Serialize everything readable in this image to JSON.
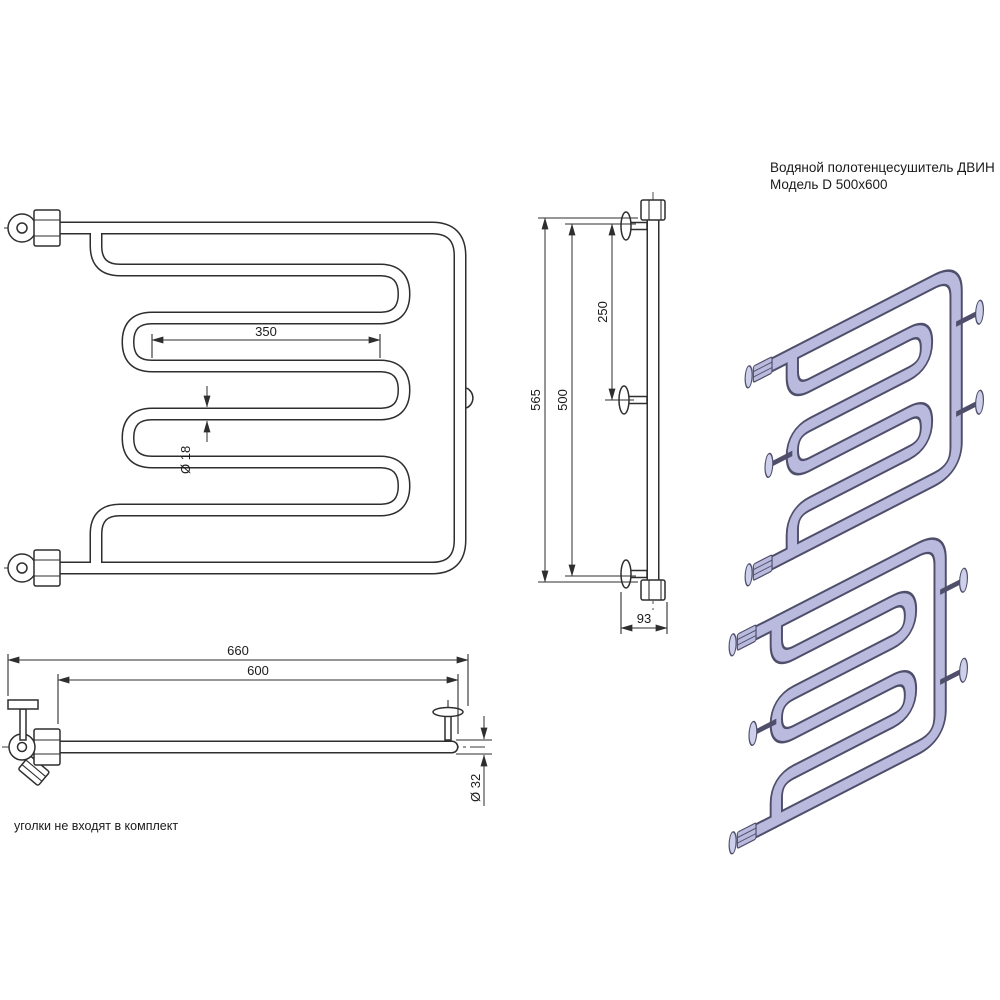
{
  "title": {
    "line1": "Водяной полотенцесушитель ДВИН",
    "line2": "Модель D 500x600"
  },
  "front_view": {
    "dim_inner_width": "350",
    "dim_pipe_diameter": "Ø 18"
  },
  "side_view": {
    "dim_overall_height": "565",
    "dim_mount_height": "500",
    "dim_half_height": "250",
    "dim_depth": "93"
  },
  "bottom_view": {
    "dim_overall_width": "660",
    "dim_mount_width": "600",
    "dim_pipe_diameter": "Ø 32"
  },
  "note": "уголки не входят в комплект",
  "colors": {
    "line": "#2e2e2e",
    "render_tube": "#b9bade",
    "render_outline": "#4f4f6b",
    "render_flange": "#cdcfeb"
  }
}
